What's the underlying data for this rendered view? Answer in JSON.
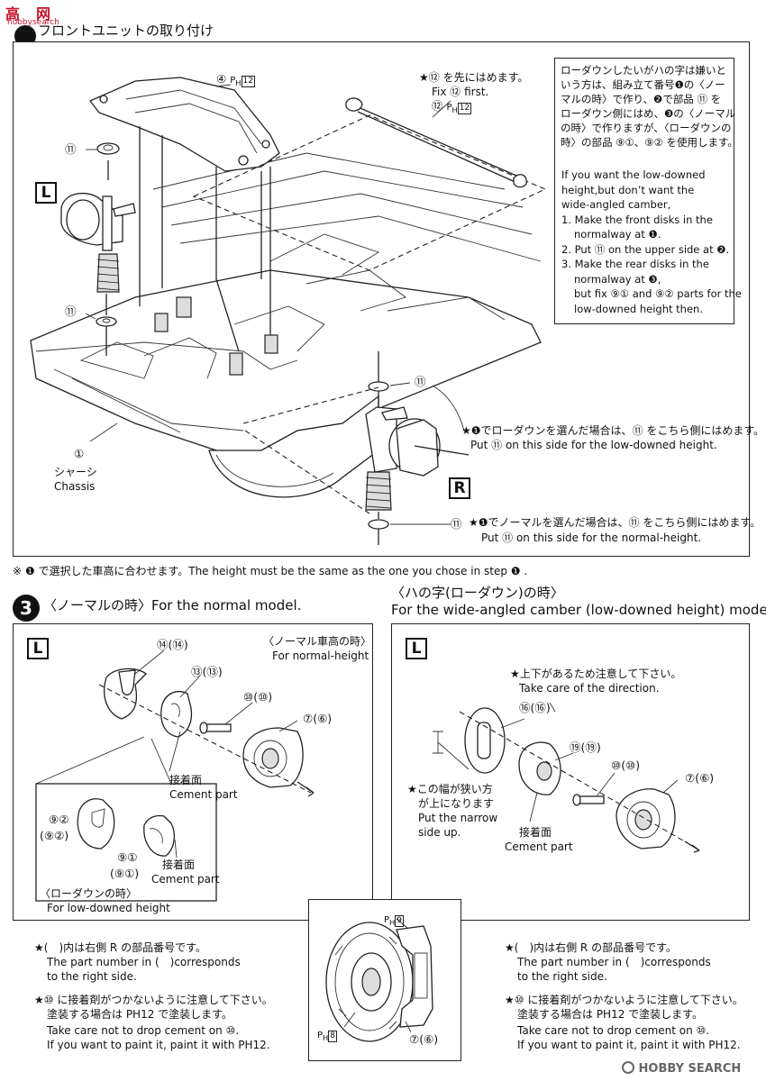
{
  "watermark": {
    "site": "高",
    "net": "网",
    "url": "hobbysearch",
    "footer": "HOBBY SEARCH"
  },
  "step2": {
    "title": "フロントユニットの取り付け",
    "part4": "④",
    "ph12": "12",
    "fix_note_ja": "★⑫ を先にはめます。",
    "fix_note_en": "Fix ⑫ first.",
    "part12": "⑫",
    "part11": "⑪",
    "part1": "①",
    "chassis_ja": "シャーシ",
    "chassis_en": "Chassis",
    "L": "L",
    "R": "R",
    "low_side_ja": "★❶でローダウンを選んだ場合は、⑪ をこちら側にはめます。",
    "low_side_en": "Put ⑪ on this side for the low-downed height.",
    "normal_side_ja": "★❶でノーマルを選んだ場合は、⑪ をこちら側にはめます。",
    "normal_side_en": "Put ⑪ on this side for the normal-height."
  },
  "infobox": {
    "ja_lines": [
      "ローダウンしたいがハの字は嫌いと",
      "いう方は、組み立て番号❶の〈ノー",
      "マルの時〉で作り、❷で部品 ⑪ を",
      "ローダウン側にはめ、❸の〈ノーマル",
      "の時〉で作りますが、〈ローダウンの",
      "時〉の部品 ⑨①、⑨② を使用します。"
    ],
    "en_lines": [
      "If you want the low-downed",
      "height,but don’t want the",
      "wide-angled camber,",
      "1. Make the front disks in the",
      "normalway at ❶.",
      "2. Put ⑪ on the upper side at ❷.",
      "3. Make the rear disks in the",
      "normalway at ❸,",
      "but fix ⑨① and ⑨② parts for the",
      "low-downed height then."
    ]
  },
  "height_note": "※ ❶ で選択した車高に合わせます。The height must be the same as the one you chose in step ❶ .",
  "step3": {
    "number": "3",
    "normal_title_ja": "〈ノーマルの時〉",
    "normal_title_en": "For the normal model.",
    "wide_title_ja": "〈ハの字(ローダウン)の時〉",
    "wide_title_en": "For the wide-angled camber (low-downed height) model"
  },
  "panel_left": {
    "L": "L",
    "normal_height_ja": "〈ノーマル車高の時〉",
    "normal_height_en": "For normal-height",
    "p14": "⑭(⑭)",
    "p13": "⑬(⑬)",
    "p10": "⑩(⑩)",
    "p7": "⑦(⑥)",
    "cement_ja": "接着面",
    "cement_en": "Cement part",
    "p92": "⑨②",
    "p92r": "(⑨②)",
    "p91": "⑨①",
    "p91r": "(⑨①)",
    "cement2_ja": "接着面",
    "cement2_en": "Cement part",
    "low_ja": "〈ローダウンの時〉",
    "low_en": "For low-downed height",
    "note1_ja": "★(　)内は右側 R の部品番号です。",
    "note1_en1": "The part number in (　)corresponds",
    "note1_en2": "to the right side.",
    "note2_ja": "★⑩ に接着剤がつかないように注意して下さい。",
    "note2_ja2": "塗装する場合は PH12 で塗装します。",
    "note2_en1": "Take care not to drop cement on ⑩.",
    "note2_en2": "If you want to paint it, paint it with PH12."
  },
  "panel_right": {
    "L": "L",
    "direction_ja": "★上下があるため注意して下さい。",
    "direction_en": "Take care of the direction.",
    "p16": "⑯(⑯)",
    "p19": "⑲(⑲)",
    "p10": "⑩(⑩)",
    "p7": "⑦(⑥)",
    "narrow_ja1": "★この幅が狭い方",
    "narrow_ja2": "が上になります",
    "narrow_en1": "Put the narrow",
    "narrow_en2": "side up.",
    "cement_ja": "接着面",
    "cement_en": "Cement part",
    "note1_ja": "★(　)内は右側 R の部品番号です。",
    "note1_en1": "The part number in (　)corresponds",
    "note1_en2": "to the right side.",
    "note2_ja": "★⑩ に接着剤がつかないように注意して下さい。",
    "note2_ja2": "塗装する場合は PH12 で塗装します。",
    "note2_en1": "Take care not to drop cement on ⑩.",
    "note2_en2": "If you want to paint it, paint it with PH12."
  },
  "panel_center": {
    "ph9": "9",
    "ph8": "8",
    "p7": "⑦(⑥)"
  }
}
